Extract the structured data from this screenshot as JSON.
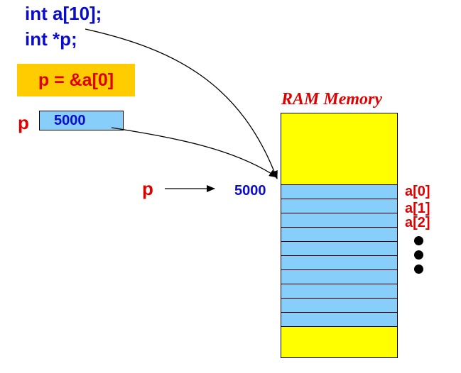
{
  "code": {
    "line1": "int a[10];",
    "line2": "int *p;"
  },
  "statement": "p = &a[0]",
  "pointer_var": {
    "label": "p",
    "value": "5000"
  },
  "pointer_arrow_label": "p",
  "address_label": "5000",
  "ram": {
    "title": "RAM Memory",
    "cell_count": 10
  },
  "elements": [
    "a[0]",
    "a[1]",
    "a[2]"
  ],
  "ellipsis_dots": 3,
  "colors": {
    "code": "#0b0bcc",
    "label": "#e00000",
    "statement_bg": "#ffcc00",
    "ram_free": "#ffff00",
    "array_cell": "#87cefa"
  }
}
